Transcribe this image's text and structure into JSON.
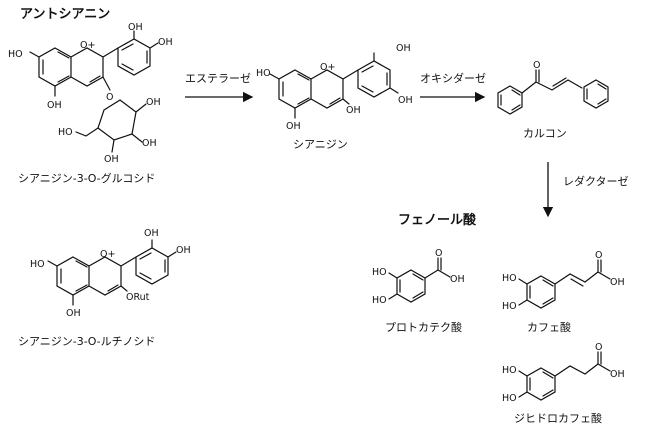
{
  "headings": {
    "anthocyanin": "アントシアニン",
    "phenolic_acid": "フェノール酸"
  },
  "arrows": {
    "esterase": "エステラーゼ",
    "oxygenase": "オキシダーゼ",
    "reductase": "レダクターゼ"
  },
  "compounds": {
    "cyanidin_3_glucoside": "シアニジン-3-O-グルコシド",
    "cyanidin": "シアニジン",
    "chalcone": "カルコン",
    "cyanidin_3_rutinoside": "シアニジン-3-O-ルチノシド",
    "protocatechuic_acid": "プロトカテク酸",
    "caffeic_acid": "カフェ酸",
    "dihydrocaffeic_acid": "ジヒドロカフェ酸"
  },
  "atom_labels": {
    "oh": "OH",
    "ho": "HO",
    "o_plus": "O+",
    "o": "O",
    "orut": "ORut"
  }
}
